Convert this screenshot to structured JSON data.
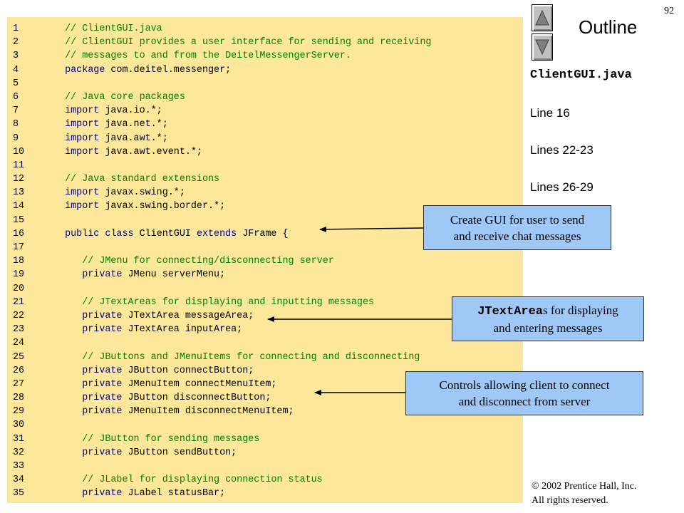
{
  "page_number": "92",
  "outline": {
    "title": "Outline",
    "file_name": "ClientGUI.java",
    "line_refs": [
      "Line 16",
      "Lines 22-23",
      "Lines 26-29"
    ]
  },
  "nav": {
    "up_icon": "up-triangle-icon",
    "down_icon": "down-triangle-icon"
  },
  "code_lines": [
    {
      "n": "1",
      "segs": [
        {
          "t": "   // ClientGUI.java",
          "c": "comment"
        }
      ]
    },
    {
      "n": "2",
      "segs": [
        {
          "t": "   // ClientGUI provides a user interface for sending and receiving",
          "c": "comment"
        }
      ]
    },
    {
      "n": "3",
      "segs": [
        {
          "t": "   // messages to and from the DeitelMessengerServer.",
          "c": "comment"
        }
      ]
    },
    {
      "n": "4",
      "segs": [
        {
          "t": "   ",
          "c": ""
        },
        {
          "t": "package",
          "c": "keyword"
        },
        {
          "t": " com.deitel.messenger;",
          "c": ""
        }
      ]
    },
    {
      "n": "5",
      "segs": []
    },
    {
      "n": "6",
      "segs": [
        {
          "t": "   // Java core packages",
          "c": "comment"
        }
      ]
    },
    {
      "n": "7",
      "segs": [
        {
          "t": "   ",
          "c": ""
        },
        {
          "t": "import",
          "c": "keyword"
        },
        {
          "t": " java.io.*;",
          "c": ""
        }
      ]
    },
    {
      "n": "8",
      "segs": [
        {
          "t": "   ",
          "c": ""
        },
        {
          "t": "import",
          "c": "keyword"
        },
        {
          "t": " java.net.*;",
          "c": ""
        }
      ]
    },
    {
      "n": "9",
      "segs": [
        {
          "t": "   ",
          "c": ""
        },
        {
          "t": "import",
          "c": "keyword"
        },
        {
          "t": " java.awt.*;",
          "c": ""
        }
      ]
    },
    {
      "n": "10",
      "segs": [
        {
          "t": "   ",
          "c": ""
        },
        {
          "t": "import",
          "c": "keyword"
        },
        {
          "t": " java.awt.event.*;",
          "c": ""
        }
      ]
    },
    {
      "n": "11",
      "segs": []
    },
    {
      "n": "12",
      "segs": [
        {
          "t": "   // Java standard extensions",
          "c": "comment"
        }
      ]
    },
    {
      "n": "13",
      "segs": [
        {
          "t": "   ",
          "c": ""
        },
        {
          "t": "import",
          "c": "keyword"
        },
        {
          "t": " javax.swing.*;",
          "c": ""
        }
      ]
    },
    {
      "n": "14",
      "segs": [
        {
          "t": "   ",
          "c": ""
        },
        {
          "t": "import",
          "c": "keyword"
        },
        {
          "t": " javax.swing.border.*;",
          "c": ""
        }
      ]
    },
    {
      "n": "15",
      "segs": []
    },
    {
      "n": "16",
      "segs": [
        {
          "t": "   ",
          "c": ""
        },
        {
          "t": "public class",
          "c": "keyword"
        },
        {
          "t": " ClientGUI ",
          "c": ""
        },
        {
          "t": "extends",
          "c": "keyword"
        },
        {
          "t": " JFrame {",
          "c": ""
        }
      ]
    },
    {
      "n": "17",
      "segs": []
    },
    {
      "n": "18",
      "segs": [
        {
          "t": "      // JMenu for connecting/disconnecting server",
          "c": "comment"
        }
      ]
    },
    {
      "n": "19",
      "segs": [
        {
          "t": "      ",
          "c": ""
        },
        {
          "t": "private",
          "c": "keyword"
        },
        {
          "t": " JMenu serverMenu;",
          "c": ""
        }
      ]
    },
    {
      "n": "20",
      "segs": []
    },
    {
      "n": "21",
      "segs": [
        {
          "t": "      // JTextAreas for displaying and inputting messages",
          "c": "comment"
        }
      ]
    },
    {
      "n": "22",
      "segs": [
        {
          "t": "      ",
          "c": ""
        },
        {
          "t": "private",
          "c": "keyword"
        },
        {
          "t": " JTextArea messageArea;",
          "c": ""
        }
      ]
    },
    {
      "n": "23",
      "segs": [
        {
          "t": "      ",
          "c": ""
        },
        {
          "t": "private",
          "c": "keyword"
        },
        {
          "t": " JTextArea inputArea;",
          "c": ""
        }
      ]
    },
    {
      "n": "24",
      "segs": []
    },
    {
      "n": "25",
      "segs": [
        {
          "t": "      // JButtons and JMenuItems for connecting and disconnecting",
          "c": "comment"
        }
      ]
    },
    {
      "n": "26",
      "segs": [
        {
          "t": "      ",
          "c": ""
        },
        {
          "t": "private",
          "c": "keyword"
        },
        {
          "t": " JButton connectButton;",
          "c": ""
        }
      ]
    },
    {
      "n": "27",
      "segs": [
        {
          "t": "      ",
          "c": ""
        },
        {
          "t": "private",
          "c": "keyword"
        },
        {
          "t": " JMenuItem connectMenuItem;",
          "c": ""
        }
      ]
    },
    {
      "n": "28",
      "segs": [
        {
          "t": "      ",
          "c": ""
        },
        {
          "t": "private",
          "c": "keyword"
        },
        {
          "t": " JButton disconnectButton;",
          "c": ""
        }
      ]
    },
    {
      "n": "29",
      "segs": [
        {
          "t": "      ",
          "c": ""
        },
        {
          "t": "private",
          "c": "keyword"
        },
        {
          "t": " JMenuItem disconnectMenuItem;",
          "c": ""
        }
      ]
    },
    {
      "n": "30",
      "segs": []
    },
    {
      "n": "31",
      "segs": [
        {
          "t": "      // JButton for sending messages",
          "c": "comment"
        }
      ]
    },
    {
      "n": "32",
      "segs": [
        {
          "t": "      ",
          "c": ""
        },
        {
          "t": "private",
          "c": "keyword"
        },
        {
          "t": " JButton sendButton;",
          "c": ""
        }
      ]
    },
    {
      "n": "33",
      "segs": []
    },
    {
      "n": "34",
      "segs": [
        {
          "t": "      // JLabel for displaying connection status",
          "c": "comment"
        }
      ]
    },
    {
      "n": "35",
      "segs": [
        {
          "t": "      ",
          "c": ""
        },
        {
          "t": "private",
          "c": "keyword"
        },
        {
          "t": " JLabel statusBar;",
          "c": ""
        }
      ]
    }
  ],
  "callouts": {
    "c1": {
      "line1": "Create GUI for user to send",
      "line2": "and receive chat messages"
    },
    "c2": {
      "code": "JTextArea",
      "rest1": "s for displaying",
      "line2": "and entering messages"
    },
    "c3": {
      "line1": "Controls allowing client to connect",
      "line2": "and disconnect from server"
    }
  },
  "copyright": {
    "line1": "© 2002 Prentice Hall, Inc.",
    "line2": "All rights reserved."
  },
  "colors": {
    "code_bg": "#fde79b",
    "callout_bg": "#9fc8f7",
    "comment": "#008000",
    "keyword": "#00008b"
  }
}
